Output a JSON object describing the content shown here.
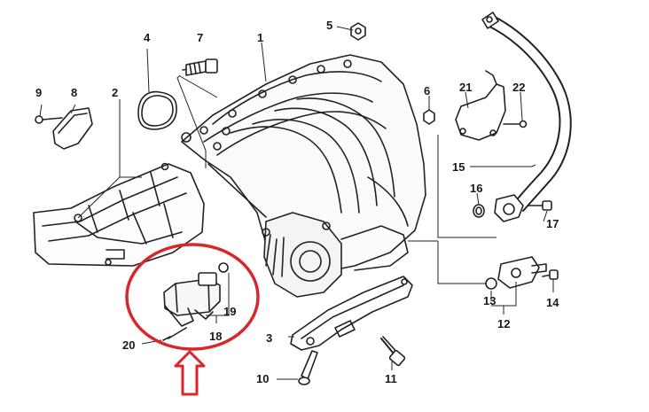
{
  "labels": {
    "p1": "1",
    "p2": "2",
    "p3": "3",
    "p4": "4",
    "p5": "5",
    "p6": "6",
    "p7": "7",
    "p8": "8",
    "p9": "9",
    "p10": "10",
    "p11": "11",
    "p12": "12",
    "p13": "13",
    "p14": "14",
    "p15": "15",
    "p16": "16",
    "p17": "17",
    "p18": "18",
    "p19": "19",
    "p20": "20",
    "p21": "21",
    "p22": "22"
  },
  "colors": {
    "line": "#222222",
    "highlight": "#d9262b"
  },
  "icons": {
    "highlight_marker": "red-circle",
    "pointer": "up-arrow-outline"
  }
}
